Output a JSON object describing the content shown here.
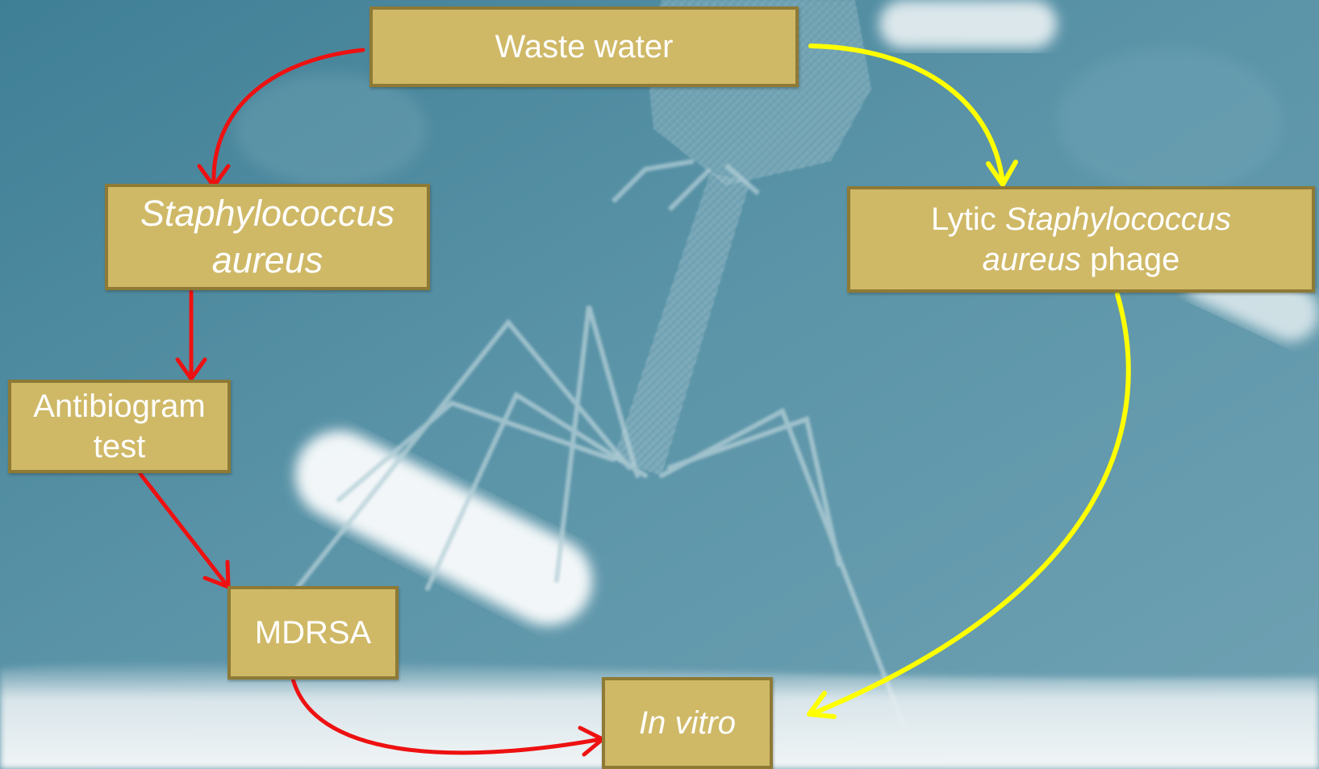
{
  "nodes": {
    "waste_water": {
      "text": "Waste water"
    },
    "staph": {
      "line1": "Staphylococcus",
      "line2": "aureus"
    },
    "phage": {
      "prefix": "Lytic ",
      "italic1": "Staphylococcus",
      "italic2": "aureus",
      "suffix": " phage"
    },
    "antibiogram": {
      "line1": "Antibiogram",
      "line2": "test"
    },
    "mdrsa": {
      "text": "MDRSA"
    },
    "in_vitro": {
      "text": "In vitro"
    }
  },
  "edges": [
    {
      "from": "waste_water",
      "to": "staph",
      "color": "#ee1111"
    },
    {
      "from": "staph",
      "to": "antibiogram",
      "color": "#ee1111"
    },
    {
      "from": "antibiogram",
      "to": "mdrsa",
      "color": "#ee1111"
    },
    {
      "from": "mdrsa",
      "to": "in_vitro",
      "color": "#ee1111"
    },
    {
      "from": "waste_water",
      "to": "phage",
      "color": "#ffff00"
    },
    {
      "from": "phage",
      "to": "in_vitro",
      "color": "#ffff00"
    }
  ],
  "colors": {
    "box_fill": "#cfb967",
    "box_border": "#8e7a35",
    "box_text": "#ffffff",
    "background": "#5a93a7",
    "red_arrow": "#ee1111",
    "yellow_arrow": "#ffff00"
  },
  "background_icon": "bacteriophage-and-bacteria-illustration"
}
